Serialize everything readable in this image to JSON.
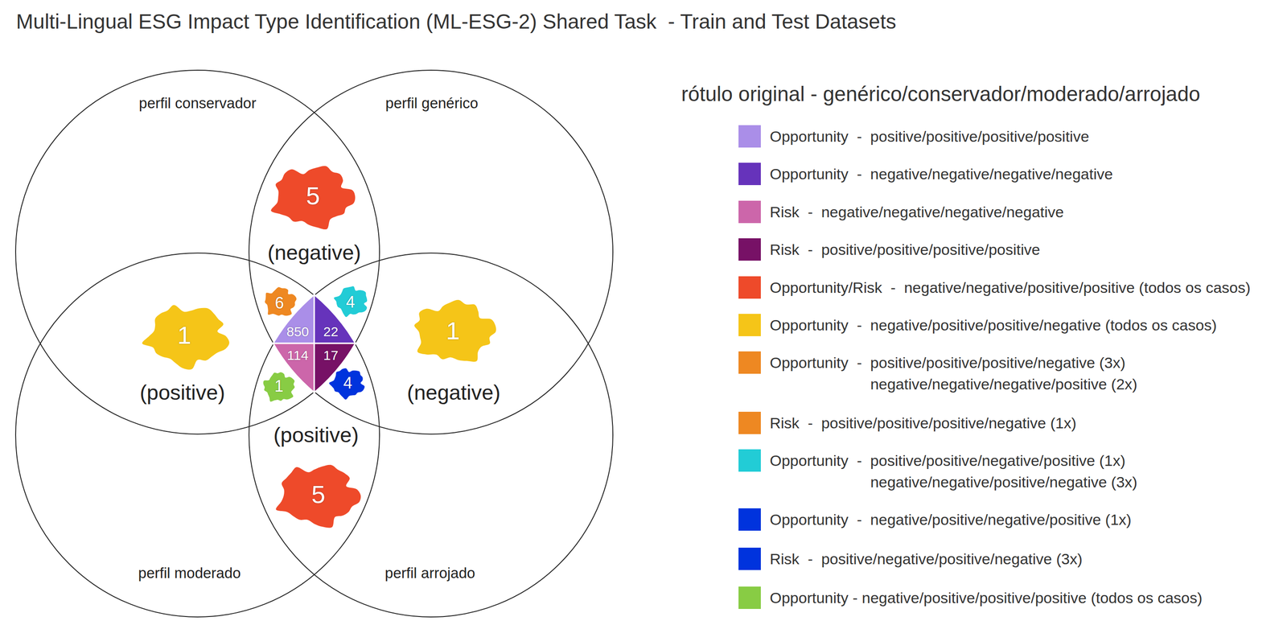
{
  "diagram": {
    "title": "Multi-Lingual ESG Impact Type Identification (ML-ESG-2) Shared Task  - Train and Test Datasets",
    "nodes": [
      {
        "text": [
          "perfil conservador"
        ]
      },
      {
        "text": [
          "perfil genérico"
        ]
      },
      {
        "text": [
          "perfil moderado"
        ]
      },
      {
        "text": [
          "perfil arrojado"
        ]
      },
      {
        "text": [
          "5",
          "(negative)"
        ]
      },
      {
        "text": [
          "6"
        ]
      },
      {
        "text": [
          "4"
        ]
      },
      {
        "text": [
          "1",
          "(positive)"
        ]
      },
      {
        "text": [
          "850"
        ]
      },
      {
        "text": [
          "22"
        ]
      },
      {
        "text": [
          "114"
        ]
      },
      {
        "text": [
          "17"
        ]
      },
      {
        "text": [
          "1",
          "(negative)"
        ]
      },
      {
        "text": [
          "1"
        ]
      },
      {
        "text": [
          "4"
        ]
      },
      {
        "text": [
          "(positive)",
          "5"
        ]
      }
    ],
    "labels": [
      "rótulo original - genérico/conservador/moderado/arrojado"
    ],
    "legend": [
      {
        "text": "Opportunity  -  positive/positive/positive/positive",
        "color": "#aa8ee8"
      },
      {
        "text": "Opportunity  -  negative/negative/negative/negative",
        "color": "#6633bb"
      },
      {
        "text": "Risk  -  negative/negative/negative/negative",
        "color": "#cc66aa"
      },
      {
        "text": "Risk  -  positive/positive/positive/positive",
        "color": "#771166"
      },
      {
        "text": "Opportunity/Risk  -  negative/negative/positive/positive (todos os casos)",
        "color": "#ee4a2a"
      },
      {
        "text": "Opportunity  -  negative/positive/positive/negative (todos os casos)",
        "color": "#f5c518"
      },
      {
        "text": "Opportunity  -  positive/positive/positive/negative (3x) negative/negative/negative/positive (2x)",
        "color": "#ee8822"
      },
      {
        "text": "Risk  -  positive/positive/positive/negative (1x)",
        "color": "#ee8822"
      },
      {
        "text": "Opportunity  -  positive/positive/negative/positive (1x) negative/negative/positive/negative (3x)",
        "color": "#22ccd6"
      },
      {
        "text": "Opportunity  -  negative/positive/negative/positive (1x)",
        "color": "#0033dd"
      },
      {
        "text": "Risk  -  positive/negative/positive/negative (3x)",
        "color": "#0033dd"
      },
      {
        "text": "Opportunity - negative/positive/positive/positive (todos os casos)",
        "color": "#88cc44"
      }
    ]
  }
}
